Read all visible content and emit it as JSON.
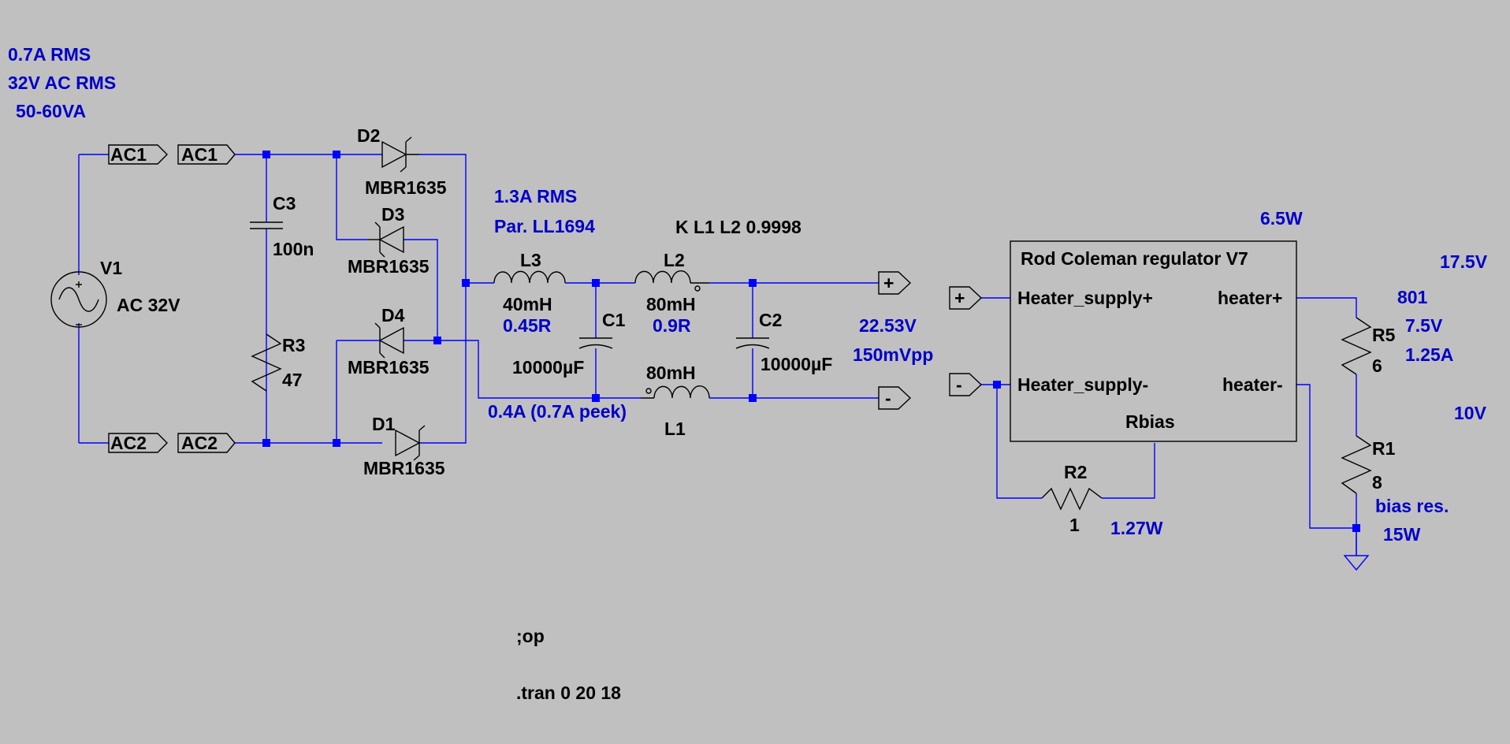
{
  "annotations": {
    "ac_current": "0.7A RMS",
    "ac_voltage": "32V AC RMS",
    "ac_power": "50-60VA",
    "rect_current": "1.3A RMS",
    "rect_part": "Par. LL1694",
    "l1_current": "0.4A (0.7A peek)",
    "out_voltage": "22.53V",
    "out_ripple": "150mVpp",
    "reg_power": "6.5W",
    "v_175": "17.5V",
    "v_801": "801",
    "v_75": "7.5V",
    "i_125": "1.25A",
    "v_10": "10V",
    "r2_power": "1.27W",
    "bias_note": "bias res.",
    "bias_power": "15W"
  },
  "components": {
    "v1": {
      "ref": "V1",
      "value": "AC 32V"
    },
    "c3": {
      "ref": "C3",
      "value": "100n"
    },
    "r3": {
      "ref": "R3",
      "value": "47"
    },
    "d1": {
      "ref": "D1",
      "value": "MBR1635"
    },
    "d2": {
      "ref": "D2",
      "value": "MBR1635"
    },
    "d3": {
      "ref": "D3",
      "value": "MBR1635"
    },
    "d4": {
      "ref": "D4",
      "value": "MBR1635"
    },
    "l3": {
      "ref": "L3",
      "value": "40mH",
      "res": "0.45R"
    },
    "l2": {
      "ref": "L2",
      "value": "80mH",
      "res": "0.9R"
    },
    "l1": {
      "ref": "L1",
      "value": "80mH"
    },
    "c1": {
      "ref": "C1",
      "value": "10000µF"
    },
    "c2": {
      "ref": "C2",
      "value": "10000µF"
    },
    "r2": {
      "ref": "R2",
      "value": "1"
    },
    "r5": {
      "ref": "R5",
      "value": "6"
    },
    "r1": {
      "ref": "R1",
      "value": "8"
    },
    "coupling": "K L1 L2 0.9998"
  },
  "ports": {
    "ac1_a": "AC1",
    "ac1_b": "AC1",
    "ac2_a": "AC2",
    "ac2_b": "AC2",
    "out_plus": "+",
    "out_minus": "-",
    "in_plus": "+",
    "in_minus": "-"
  },
  "regulator": {
    "title": "Rod Coleman regulator V7",
    "pin_supply_plus": "Heater_supply+",
    "pin_supply_minus": "Heater_supply-",
    "pin_heater_plus": "heater+",
    "pin_heater_minus": "heater-",
    "pin_rbias": "Rbias"
  },
  "directives": {
    "op": ";op",
    "tran": ".tran 0 20 18"
  },
  "colors": {
    "background": "#c0c0c0",
    "wire": "#0000ff",
    "annotation": "#0000c8",
    "symbol": "#000000"
  }
}
